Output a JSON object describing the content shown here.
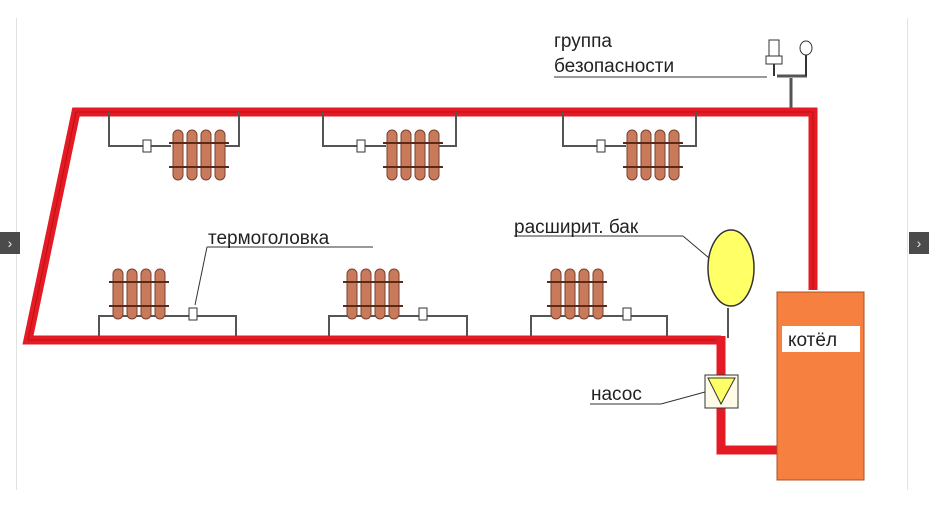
{
  "labels": {
    "safety_group_line1": "группа",
    "safety_group_line2": "безопасности",
    "thermo_head": "термоголовка",
    "expansion_tank": "расширит. бак",
    "boiler": "котёл",
    "pump": "насос"
  },
  "nav": {
    "prev_icon": "›",
    "next_icon": "›"
  },
  "colors": {
    "pipe": "#e41b24",
    "pipe_dark": "#a00000",
    "boiler": "#f58040",
    "radiator": "#c87a5a",
    "tank": "#ffff66"
  }
}
